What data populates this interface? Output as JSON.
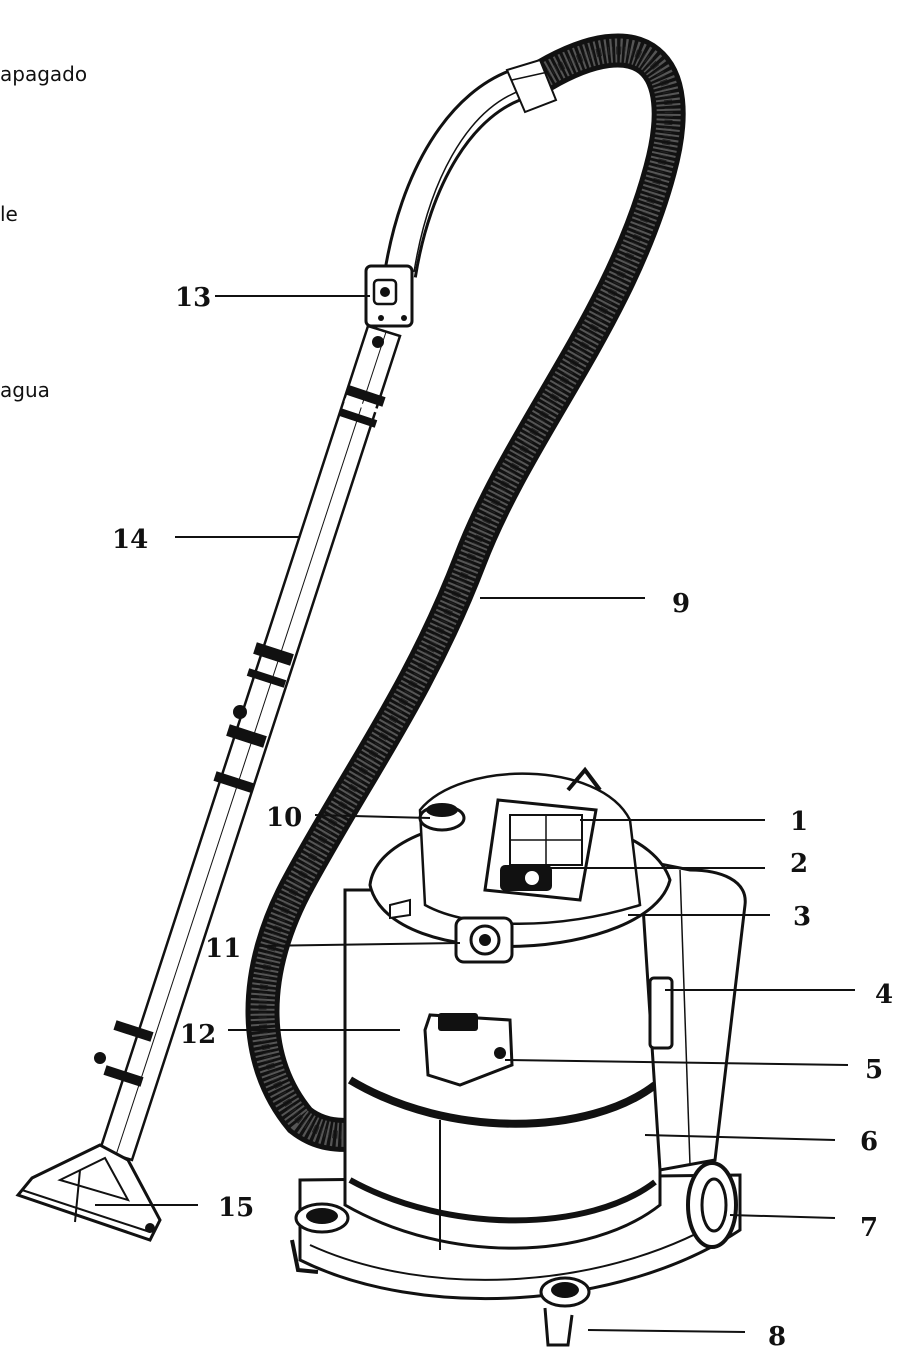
{
  "side_text": [
    {
      "id": "t1",
      "text": "apagado"
    },
    {
      "id": "t2",
      "text": "le"
    },
    {
      "id": "t3",
      "text": "agua"
    }
  ],
  "callouts": [
    "1",
    "2",
    "3",
    "4",
    "5",
    "6",
    "7",
    "8",
    "9",
    "10",
    "11",
    "12",
    "13",
    "14",
    "15"
  ]
}
